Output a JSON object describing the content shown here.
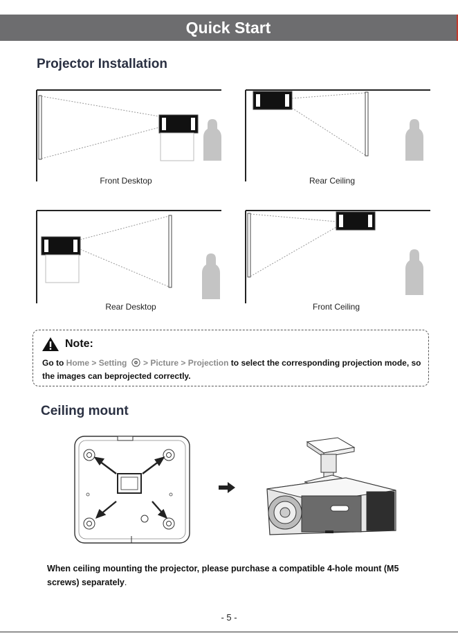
{
  "header": {
    "title": "Quick Start"
  },
  "installation": {
    "title": "Projector Installation",
    "diagrams": [
      {
        "caption": "Front Desktop"
      },
      {
        "caption": "Rear Ceiling"
      },
      {
        "caption": "Rear Desktop"
      },
      {
        "caption": "Front Ceiling"
      }
    ]
  },
  "note": {
    "title": "Note:",
    "prefix": "Go to ",
    "path_home": "Home",
    "sep1": " > ",
    "path_setting": "Setting",
    "sep2": " > ",
    "path_picture": "Picture",
    "sep3": " > ",
    "path_projection": "Projection",
    "suffix": " to select the corresponding projection mode, so the images can beprojected correctly."
  },
  "ceiling_mount": {
    "title": "Ceiling mount",
    "instruction": "When ceiling mounting the projector, please purchase a compatible 4-hole mount (M5 screws) separately",
    "period": "."
  },
  "footer": {
    "page_number": "- 5 -"
  }
}
